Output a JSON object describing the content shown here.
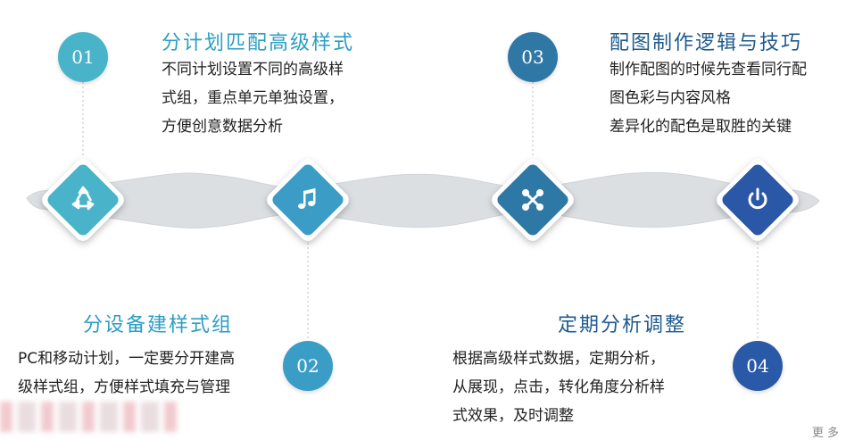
{
  "colors": {
    "step1": "#48b3c9",
    "step2": "#3a9dc6",
    "step3": "#2f78a6",
    "step4": "#2a59a7",
    "ribbon": "#dcdfe2"
  },
  "steps": [
    {
      "number": "01",
      "title": "分计划匹配高级样式",
      "description": "不同计划设置不同的高级样\n式组，重点单元单独设置，\n方便创意数据分析",
      "icon": "recycle-icon"
    },
    {
      "number": "02",
      "title": "分设备建样式组",
      "description": "PC和移动计划，一定要分开建高\n级样式组，方便样式填充与管理",
      "icon": "music-note-icon"
    },
    {
      "number": "03",
      "title": "配图制作逻辑与技巧",
      "description": "制作配图的时候先查看同行配\n图色彩与内容风格\n差异化的配色是取胜的关键",
      "icon": "puzzle-icon"
    },
    {
      "number": "04",
      "title": "定期分析调整",
      "description": "根据高级样式数据，定期分析，\n从展现，点击，转化角度分析样\n式效果，及时调整",
      "icon": "power-icon"
    }
  ],
  "footer_partial_text": "更 多"
}
